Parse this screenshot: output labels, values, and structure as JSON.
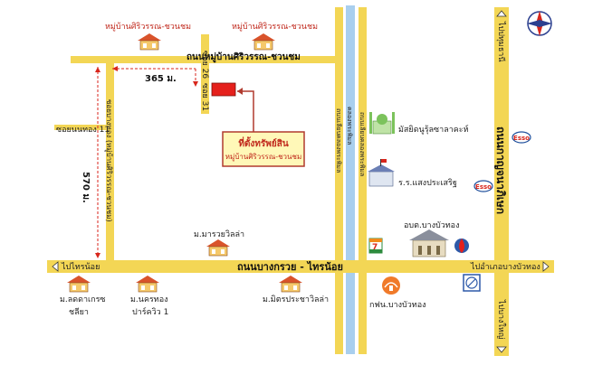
{
  "roads": {
    "main_road": "ถนนบางกรวย - ไทรน้อย",
    "village_road": "ถนนหมู่บ้านศิริวรรณ-ชวนชม",
    "soi_26": "ซอย 26",
    "soi_31": "ซอย 31",
    "soi_bangthong": "ซอยบางทอง (หมู่บ้านศิริวรรณ-ชวนชม)",
    "soi_nonthong": "ซอยนนทอง 11",
    "kanchanaphisek": "ถนนกาญจนาภิเษก",
    "canal": "คลองพระพิมล",
    "canal_road_left": "ถนนเลียบคลองพระพิมล",
    "canal_road_right": "ถนนเลียบคลองพระพิมล"
  },
  "directions": {
    "to_sainoi": "ไปไทรน้อย",
    "to_bangbuathong": "ไปอำเภอบางบัวทอง",
    "to_pathumthani": "ไปปทุมธานี",
    "to_bangyai": "ไปบางใหญ่"
  },
  "distances": {
    "horizontal": "365 ม.",
    "vertical": "570 ม."
  },
  "property": {
    "title": "ที่ตั้งทรัพย์สิน",
    "subtitle": "หมู่บ้านศิริวรรณ-ชวนชม"
  },
  "landmarks": {
    "village_top_left": "หมู่บ้านศิริวรรณ-ชวนชม",
    "village_top_right": "หมู่บ้านศิริวรรณ-ชวนชม",
    "mosque": "มัสยิดนูรุ้ลซาลาคะห์",
    "school": "ร.ร.แสงประเสริฐ",
    "maravilla": "ม.มารวยวิลล่า",
    "district_office": "อบต.บางบัวทอง",
    "ladda": "ม.ลดดาเกรซ",
    "ladda_2": "ชลียา",
    "nakornthong": "ม.นครทอง",
    "nakornthong_2": "ปาร์ควิว 1",
    "mitpracha": "ม.มิตรประชาวิลล่า",
    "electricity": "กฟน.บางบัวทอง",
    "esso_1": "Esso",
    "esso_2": "Esso",
    "seven": "7"
  },
  "colors": {
    "road": "#f3d655",
    "canal": "#a9cfee",
    "property": "#e5201c",
    "label_box": "#fff8b8",
    "arrow": "#b03a2e"
  },
  "icons": [
    "compass-icon",
    "house-icon",
    "mosque-icon",
    "school-icon",
    "seven-eleven-icon",
    "ptt-icon",
    "esso-icon",
    "temple-icon",
    "power-icon"
  ]
}
